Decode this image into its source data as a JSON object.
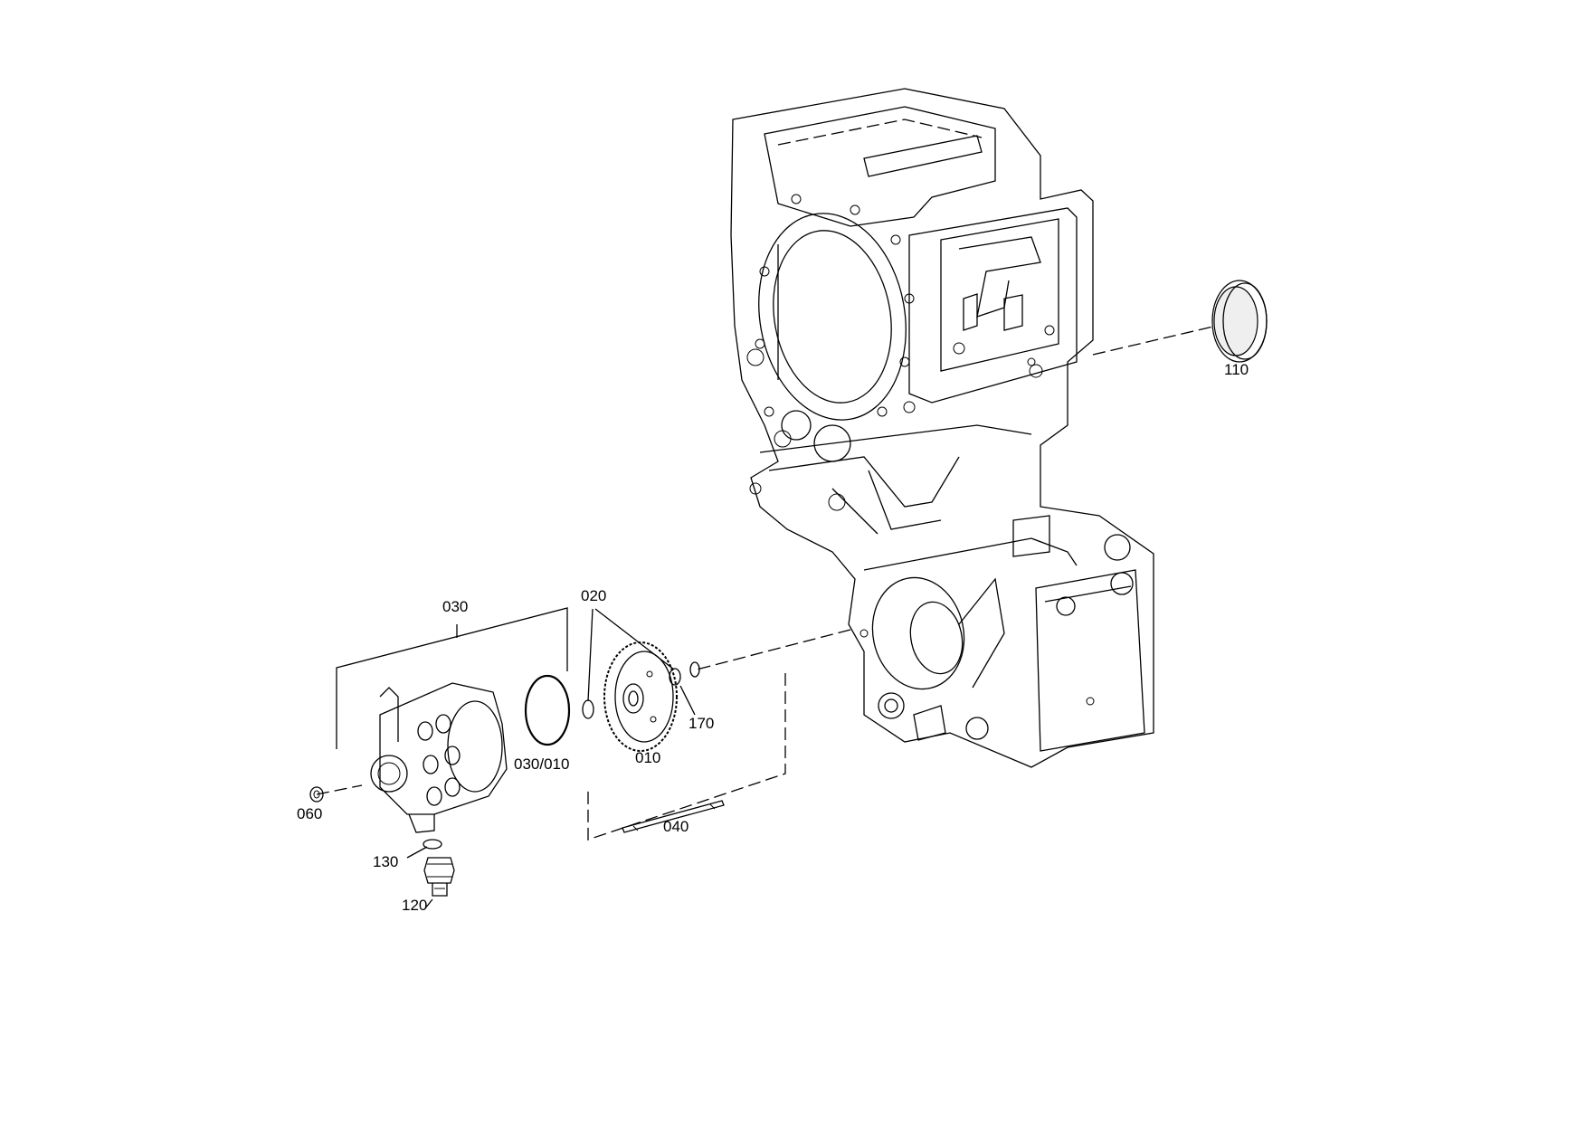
{
  "diagram": {
    "callouts": {
      "c010": "010",
      "c020": "020",
      "c030": "030",
      "c030_010": "030/010",
      "c040": "040",
      "c060": "060",
      "c110": "110",
      "c120": "120",
      "c130": "130",
      "c170": "170"
    }
  }
}
